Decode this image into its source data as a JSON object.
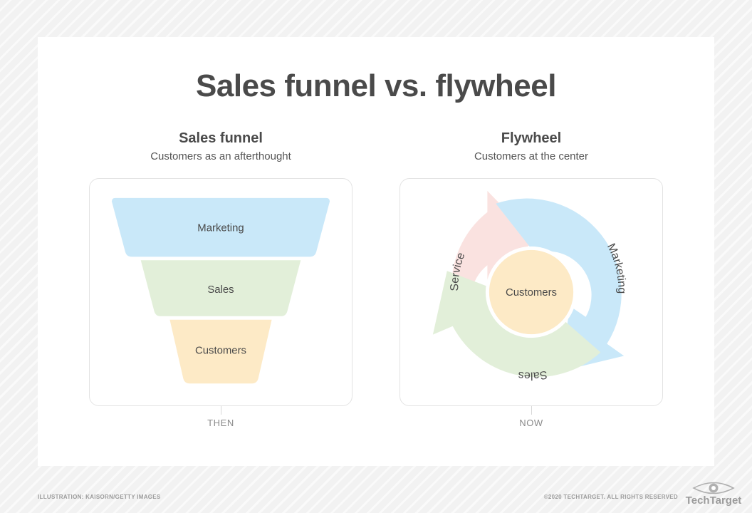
{
  "page": {
    "title": "Sales funnel vs. flywheel",
    "background_color": "#f2f2f2",
    "card_color": "#ffffff",
    "text_color": "#4a4a4a"
  },
  "panels": [
    {
      "title": "Sales funnel",
      "subtitle": "Customers as an afterthought",
      "timeline_label": "THEN",
      "diagram": "funnel"
    },
    {
      "title": "Flywheel",
      "subtitle": "Customers at the center",
      "timeline_label": "NOW",
      "diagram": "flywheel"
    }
  ],
  "funnel": {
    "segments": [
      {
        "label": "Marketing",
        "color": "#c9e8f9"
      },
      {
        "label": "Sales",
        "color": "#e2efd9"
      },
      {
        "label": "Customers",
        "color": "#fdeac6"
      }
    ]
  },
  "flywheel": {
    "center_label": "Customers",
    "center_color": "#fdeac6",
    "arrows": [
      {
        "label": "Service",
        "color": "#fae2e0"
      },
      {
        "label": "Marketing",
        "color": "#c9e8f9"
      },
      {
        "label": "Sales",
        "color": "#e2efd9"
      }
    ]
  },
  "footer": {
    "credit": "ILLUSTRATION: KAISORN/GETTY IMAGES",
    "copyright": "©2020 TECHTARGET. ALL RIGHTS RESERVED",
    "logo_text": "TechTarget",
    "logo_icon": "eye-icon"
  }
}
